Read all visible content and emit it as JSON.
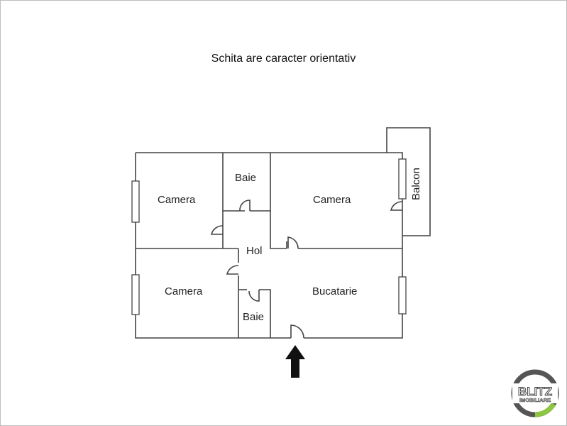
{
  "title": "Schita are caracter orientativ",
  "rooms": [
    {
      "id": "camera-1",
      "label": "Camera"
    },
    {
      "id": "baie-1",
      "label": "Baie"
    },
    {
      "id": "camera-2",
      "label": "Camera"
    },
    {
      "id": "balcon",
      "label": "Balcon"
    },
    {
      "id": "hol",
      "label": "Hol"
    },
    {
      "id": "camera-3",
      "label": "Camera"
    },
    {
      "id": "baie-2",
      "label": "Baie"
    },
    {
      "id": "bucatarie",
      "label": "Bucatarie"
    }
  ],
  "entrance": {
    "icon": "arrow-up-icon"
  },
  "logo": {
    "line1": "BLITZ",
    "line2": "IMOBILIARE",
    "colors": {
      "ring": "#555555",
      "accent": "#8dc63f"
    }
  },
  "colors": {
    "walls": "#444444",
    "text": "#222222"
  }
}
